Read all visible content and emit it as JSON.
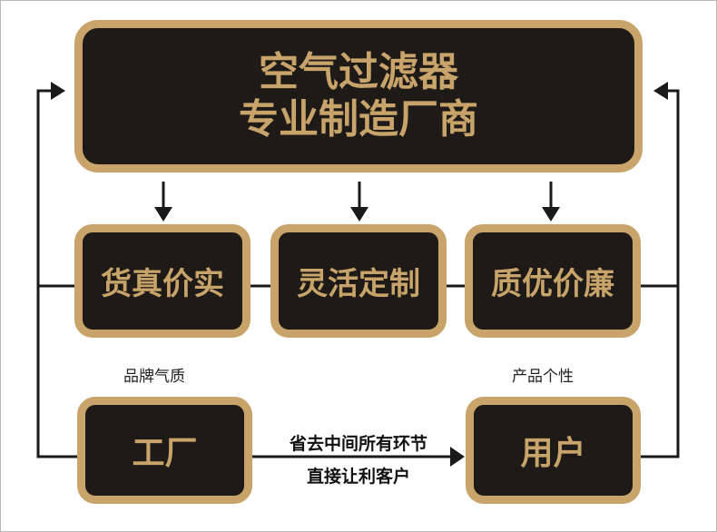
{
  "title": {
    "line1": "空气过滤器",
    "line2": "专业制造厂商"
  },
  "features": [
    "货真价实",
    "灵活定制",
    "质优价廉"
  ],
  "labels": {
    "left": "品牌气质",
    "right": "产品个性"
  },
  "nodes": {
    "factory": "工厂",
    "user": "用户"
  },
  "flow_text": {
    "line1": "省去中间所有环节",
    "line2": "直接让利客户"
  },
  "colors": {
    "gold": "#c8a46a",
    "dark": "#1e1a17",
    "line": "#1a1a1a"
  }
}
